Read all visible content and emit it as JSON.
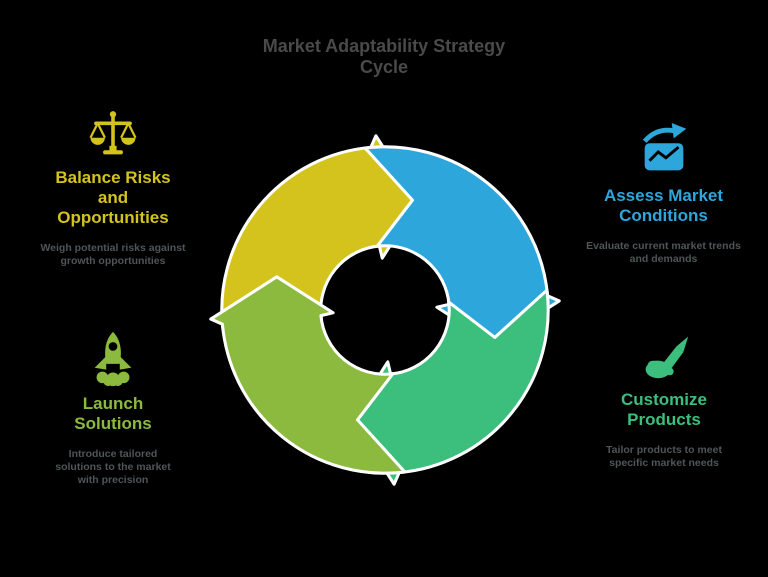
{
  "background_color": "#000000",
  "title": {
    "line1": "Market Adaptability Strategy",
    "line2": "Cycle"
  },
  "cycle": {
    "type": "circular-cycle-4-arrows",
    "direction": "clockwise",
    "outline_color": "#ffffff",
    "segments": [
      {
        "name": "yellow-arrow",
        "position": "top-left",
        "color": "#d4c31d"
      },
      {
        "name": "blue-arrow",
        "position": "top-right",
        "color": "#2da6db"
      },
      {
        "name": "green-arrow",
        "position": "bottom-right",
        "color": "#3cbe7d"
      },
      {
        "name": "lime-arrow",
        "position": "bottom-left",
        "color": "#8cba3e"
      }
    ]
  },
  "steps": [
    {
      "id": "assess-market-conditions",
      "position": "right-top",
      "icon": "market-analysis-icon",
      "color": "#2da6db",
      "heading": "Assess Market Conditions",
      "description": "Evaluate current market trends and demands"
    },
    {
      "id": "customize-products",
      "position": "right-bottom",
      "icon": "customize-tool-icon",
      "color": "#3cbe7d",
      "heading": "Customize Products",
      "description": "Tailor products to meet specific market needs"
    },
    {
      "id": "balance-risks-and-opportunities",
      "position": "left-top",
      "icon": "balance-scale-icon",
      "color": "#d4c31d",
      "heading": "Balance Risks and Opportunities",
      "description": "Weigh potential risks against growth opportunities"
    },
    {
      "id": "launch-solutions",
      "position": "left-bottom",
      "icon": "rocket-launch-icon",
      "color": "#8cba3e",
      "heading": "Launch Solutions",
      "description": "Introduce tailored solutions to the market with precision"
    }
  ],
  "text_colors": {
    "title": "#4a4a4a",
    "description": "#4f5558"
  }
}
